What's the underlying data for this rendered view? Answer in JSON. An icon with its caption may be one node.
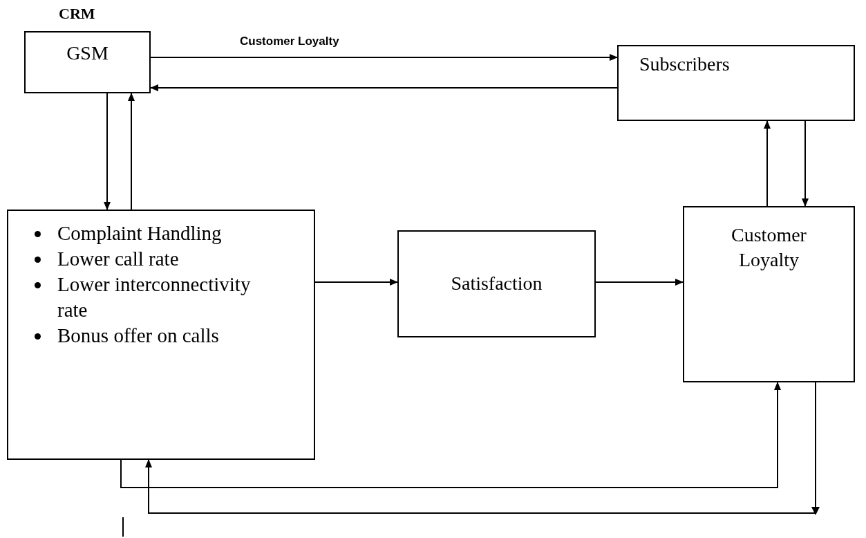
{
  "diagram": {
    "nodes": [
      {
        "text": [
          "CRM",
          "GSM"
        ]
      },
      {
        "text": [
          "Subscribers"
        ]
      },
      {
        "text": [
          "Complaint Handling",
          "Lower call rate",
          "Lower interconnectivity rate",
          "Bonus offer on calls"
        ]
      },
      {
        "text": [
          "Satisfaction"
        ]
      },
      {
        "text": [
          "Customer Loyalty"
        ]
      }
    ],
    "edges": [
      {
        "from": 0,
        "to": 1,
        "arrow": "to",
        "label": "Customer Loyalty"
      },
      {
        "from": 1,
        "to": 0,
        "arrow": "to"
      },
      {
        "from": 0,
        "to": 2,
        "arrow": "to"
      },
      {
        "from": 2,
        "to": 0,
        "arrow": "to"
      },
      {
        "from": 2,
        "to": 3,
        "arrow": "to"
      },
      {
        "from": 3,
        "to": 4,
        "arrow": "to"
      },
      {
        "from": 4,
        "to": 1,
        "arrow": "to"
      },
      {
        "from": 1,
        "to": 4,
        "arrow": "to"
      },
      {
        "from": 2,
        "to": 4,
        "arrow": "to"
      },
      {
        "from": 4,
        "to": 2,
        "arrow": "to"
      }
    ]
  }
}
